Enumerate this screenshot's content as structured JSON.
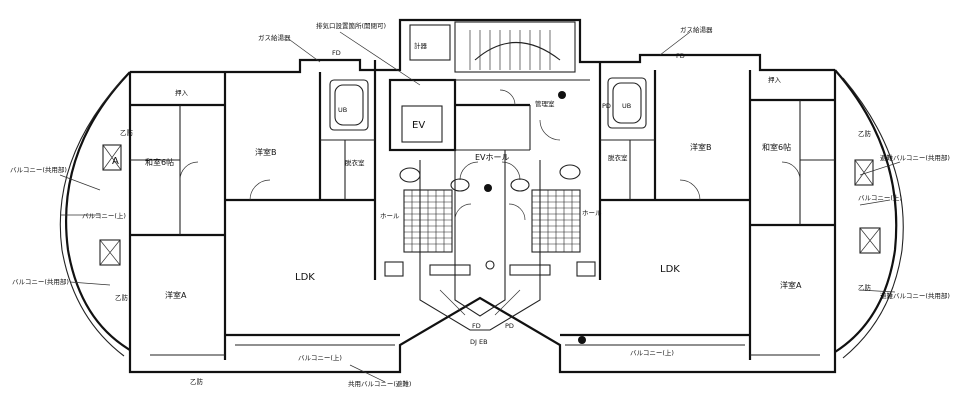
{
  "labels": {
    "ev": "EV",
    "ev_hall": "EVホール",
    "ldk_left": "LDK",
    "ldk_right": "LDK",
    "youshitsu_b_left": "洋室B",
    "youshitsu_b_right": "洋室B",
    "youshitsu_a_left": "洋室A",
    "youshitsu_a_right": "洋室A",
    "washitsu_left": "和室6帖",
    "washitsu_right": "和室6帖",
    "oshiire_left": "押入",
    "oshiire_right": "押入",
    "datsuijo_left": "脱衣室",
    "datsuijo_right": "脱衣室",
    "hall_left": "ホール",
    "hall_right": "ホール",
    "kanrishitsu": "管理室",
    "keiki": "計器",
    "keiki_bottom": "DJ EB",
    "ub_left": "UB",
    "ub_right": "UB",
    "balcony_left_bottom": "バルコニー(上)",
    "balcony_right_bottom": "バルコニー(上)",
    "balcony_center_bottom": "共用バルコニー(避難)",
    "balcony_left_side": "バルコニー(上)",
    "balcony_right_side": "バルコニー(上)",
    "balcony_left_top": "バルコニー(共用部)",
    "balcony_right_top": "避難バルコニー(共用部)",
    "balcony_left_mid": "バルコニー(共用部)",
    "balcony_right_mid": "避難バルコニー(共用部)",
    "gas_left": "ガス給湯器",
    "gas_right": "ガス給湯器",
    "pipe_note": "排気口設置箇所(開閉可)",
    "fd1": "FD",
    "fd2": "FD",
    "fd3": "FD",
    "pd1": "PD",
    "pd2": "PD",
    "otsu_l1": "乙防",
    "otsu_l2": "乙防",
    "otsu_r1": "乙防",
    "otsu_r2": "乙防",
    "otsu_b": "乙防",
    "marker_a": "A"
  },
  "colors": {
    "line": "#111111",
    "background": "#ffffff"
  }
}
